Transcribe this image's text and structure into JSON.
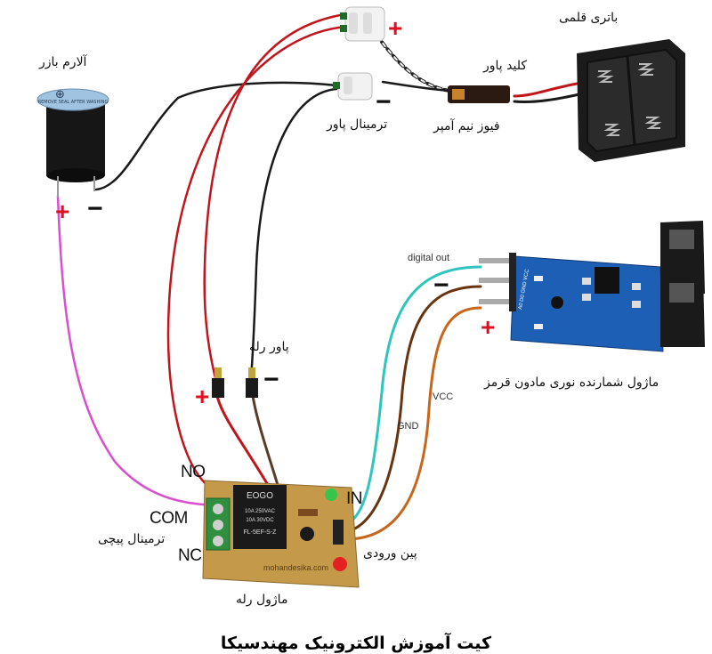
{
  "labels": {
    "battery": "باتری قلمی",
    "switch": "کلید پاور",
    "fuse": "فیوز نیم آمپر",
    "power_terminal": "ترمینال پاور",
    "buzzer": "آلارم بازر",
    "relay_power": "پاور رله",
    "ir_module": "ماژول شمارنده نوری مادون قرمز",
    "digital_out": "digital out",
    "gnd": "GND",
    "vcc": "VCC",
    "input_pin": "پین ورودی",
    "relay_module": "ماژول رله",
    "screw_terminal": "ترمینال پیچی",
    "no": "NO",
    "com": "COM",
    "nc": "NC",
    "in": "IN"
  },
  "signs": {
    "plus": "+",
    "minus": "−"
  },
  "components": {
    "buzzer_sticker": "REMOVE SEAL AFTER WASHING",
    "relay_brand": "EOGO",
    "relay_model": "FL-5EF-S-Z",
    "relay_spec1": "10A 250VAC",
    "relay_spec2": "10A 30VDC",
    "board_site": "mohandesika.com",
    "ir_pins": "A0 D0 GND VCC"
  },
  "footer": {
    "title": "کیت آموزش الکترونیک مهندسیکا"
  },
  "colors": {
    "wire_red": "#c0161b",
    "wire_black": "#1a1a1a",
    "wire_magenta": "#d94fd0",
    "wire_cyan": "#2ec4bf",
    "wire_brown": "#6b3410",
    "wire_orange": "#c8661c",
    "relay_board": "#c49a4a",
    "ir_board": "#1d5fb5"
  }
}
